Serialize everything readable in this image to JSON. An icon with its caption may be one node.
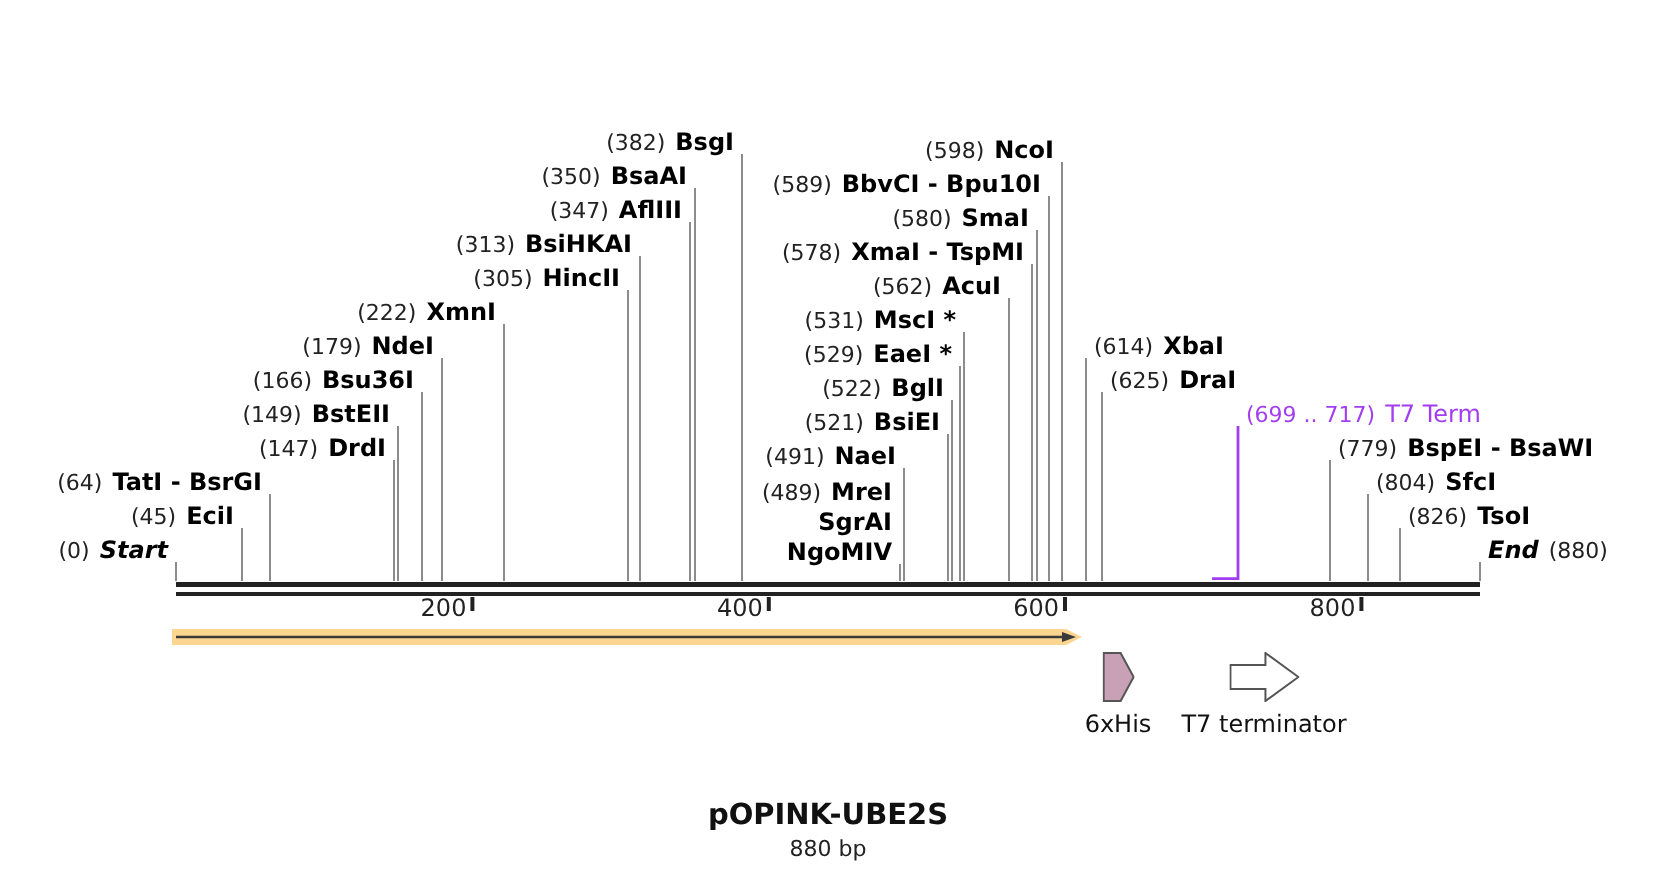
{
  "diagram": {
    "title": "pOPINK-UBE2S",
    "caption": "880 bp",
    "nodes": [
      {
        "text": [
          "(0)",
          "Start"
        ]
      },
      {
        "text": [
          "(45)",
          "EciI"
        ]
      },
      {
        "text": [
          "(64)",
          "TatI - BsrGI"
        ]
      },
      {
        "text": [
          "(147)",
          "DrdI"
        ]
      },
      {
        "text": [
          "(149)",
          "BstEII"
        ]
      },
      {
        "text": [
          "(166)",
          "Bsu36I"
        ]
      },
      {
        "text": [
          "(179)",
          "NdeI"
        ]
      },
      {
        "text": [
          "(222)",
          "XmnI"
        ]
      },
      {
        "text": [
          "(305)",
          "HincII"
        ]
      },
      {
        "text": [
          "(313)",
          "BsiHKAI"
        ]
      },
      {
        "text": [
          "(347)",
          "AflIII"
        ]
      },
      {
        "text": [
          "(350)",
          "BsaAI"
        ]
      },
      {
        "text": [
          "(382)",
          "BsgI"
        ]
      },
      {
        "text": [
          "(489)",
          "MreI",
          "SgrAI",
          "NgoMIV"
        ]
      },
      {
        "text": [
          "(491)",
          "NaeI"
        ]
      },
      {
        "text": [
          "(521)",
          "BsiEI"
        ]
      },
      {
        "text": [
          "(522)",
          "BglI"
        ]
      },
      {
        "text": [
          "(529)",
          "EaeI *"
        ]
      },
      {
        "text": [
          "(531)",
          "MscI *"
        ]
      },
      {
        "text": [
          "(562)",
          "AcuI"
        ]
      },
      {
        "text": [
          "(578)",
          "XmaI - TspMI"
        ]
      },
      {
        "text": [
          "(580)",
          "SmaI"
        ]
      },
      {
        "text": [
          "(589)",
          "BbvCI - Bpu10I"
        ]
      },
      {
        "text": [
          "(598)",
          "NcoI"
        ]
      },
      {
        "text": [
          "(614)",
          "XbaI"
        ]
      },
      {
        "text": [
          "(625)",
          "DraI"
        ]
      },
      {
        "text": [
          "(699 .. 717)",
          "T7 Term"
        ]
      },
      {
        "text": [
          "(779)",
          "BspEI - BsaWI"
        ]
      },
      {
        "text": [
          "(804)",
          "SfcI"
        ]
      },
      {
        "text": [
          "(826)",
          "TsoI"
        ]
      },
      {
        "text": [
          "End",
          "(880)"
        ]
      },
      {
        "text": [],
        "shape": "bar"
      },
      {
        "text": [],
        "shape": "arrow"
      },
      {
        "text": [
          "6xHis"
        ]
      },
      {
        "text": [
          "T7 terminator"
        ]
      }
    ],
    "edges": [
      {
        "from": 0,
        "to": 31,
        "arrow": "none"
      },
      {
        "from": 1,
        "to": 31,
        "arrow": "none"
      },
      {
        "from": 2,
        "to": 31,
        "arrow": "none"
      },
      {
        "from": 3,
        "to": 31,
        "arrow": "none"
      },
      {
        "from": 4,
        "to": 31,
        "arrow": "none"
      },
      {
        "from": 5,
        "to": 31,
        "arrow": "none"
      },
      {
        "from": 6,
        "to": 31,
        "arrow": "none"
      },
      {
        "from": 7,
        "to": 31,
        "arrow": "none"
      },
      {
        "from": 8,
        "to": 31,
        "arrow": "none"
      },
      {
        "from": 9,
        "to": 31,
        "arrow": "none"
      },
      {
        "from": 10,
        "to": 31,
        "arrow": "none"
      },
      {
        "from": 11,
        "to": 31,
        "arrow": "none"
      },
      {
        "from": 12,
        "to": 31,
        "arrow": "none"
      },
      {
        "from": 13,
        "to": 31,
        "arrow": "none"
      },
      {
        "from": 14,
        "to": 31,
        "arrow": "none"
      },
      {
        "from": 15,
        "to": 31,
        "arrow": "none"
      },
      {
        "from": 16,
        "to": 31,
        "arrow": "none"
      },
      {
        "from": 17,
        "to": 31,
        "arrow": "none"
      },
      {
        "from": 18,
        "to": 31,
        "arrow": "none"
      },
      {
        "from": 19,
        "to": 31,
        "arrow": "none"
      },
      {
        "from": 20,
        "to": 31,
        "arrow": "none"
      },
      {
        "from": 21,
        "to": 31,
        "arrow": "none"
      },
      {
        "from": 22,
        "to": 31,
        "arrow": "none"
      },
      {
        "from": 23,
        "to": 31,
        "arrow": "none"
      },
      {
        "from": 24,
        "to": 31,
        "arrow": "none"
      },
      {
        "from": 25,
        "to": 31,
        "arrow": "none"
      },
      {
        "from": 26,
        "to": 31,
        "arrow": "none",
        "color": "#a23ef0"
      },
      {
        "from": 27,
        "to": 31,
        "arrow": "none"
      },
      {
        "from": 28,
        "to": 31,
        "arrow": "none"
      },
      {
        "from": 29,
        "to": 31,
        "arrow": "none"
      },
      {
        "from": 30,
        "to": 31,
        "arrow": "none"
      }
    ],
    "labels": [
      "200",
      "400",
      "600",
      "800"
    ]
  }
}
